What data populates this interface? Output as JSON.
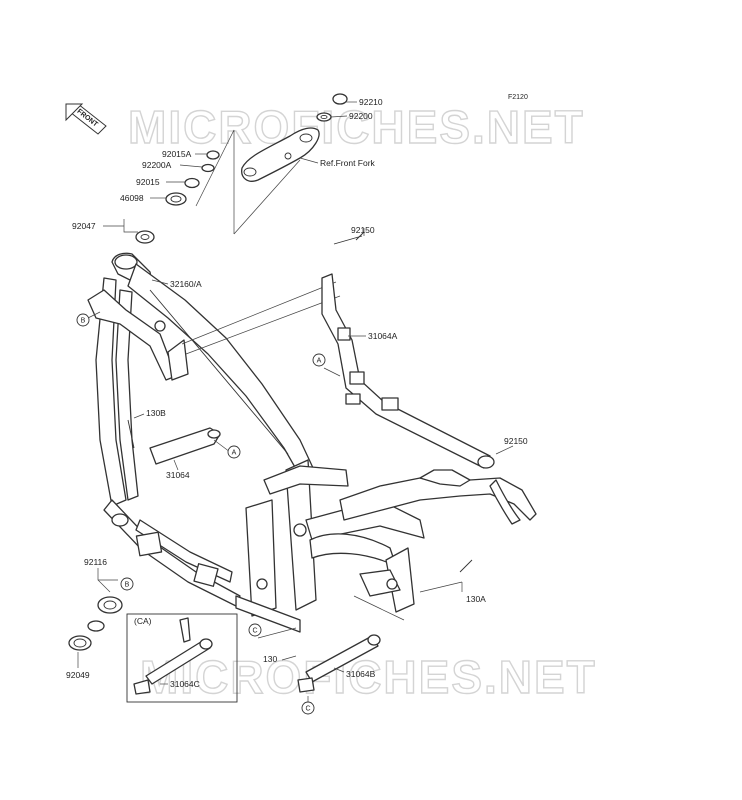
{
  "figure_code": "F2120",
  "watermarks": [
    "MICROFICHES.NET",
    "MICROFICHES.NET"
  ],
  "front_arrow": "FRONT",
  "inset_label": "(CA)",
  "parts": [
    {
      "id": "p92210",
      "text": "92210"
    },
    {
      "id": "p92200",
      "text": "92200"
    },
    {
      "id": "pref",
      "text": "Ref.Front Fork"
    },
    {
      "id": "p92015A",
      "text": "92015A"
    },
    {
      "id": "p92200A",
      "text": "92200A"
    },
    {
      "id": "p92015",
      "text": "92015"
    },
    {
      "id": "p46098",
      "text": "46098"
    },
    {
      "id": "p92047",
      "text": "92047"
    },
    {
      "id": "p32160",
      "text": "32160/A"
    },
    {
      "id": "p92150a",
      "text": "92150"
    },
    {
      "id": "p31064A",
      "text": "31064A"
    },
    {
      "id": "p130B",
      "text": "130B"
    },
    {
      "id": "p31064",
      "text": "31064"
    },
    {
      "id": "p92150b",
      "text": "92150"
    },
    {
      "id": "p92116",
      "text": "92116"
    },
    {
      "id": "p92049",
      "text": "92049"
    },
    {
      "id": "p130A",
      "text": "130A"
    },
    {
      "id": "p130",
      "text": "130"
    },
    {
      "id": "p31064C",
      "text": "31064C"
    },
    {
      "id": "p31064B",
      "text": "31064B"
    }
  ],
  "callouts": [
    "A",
    "A",
    "B",
    "B",
    "C",
    "C"
  ]
}
